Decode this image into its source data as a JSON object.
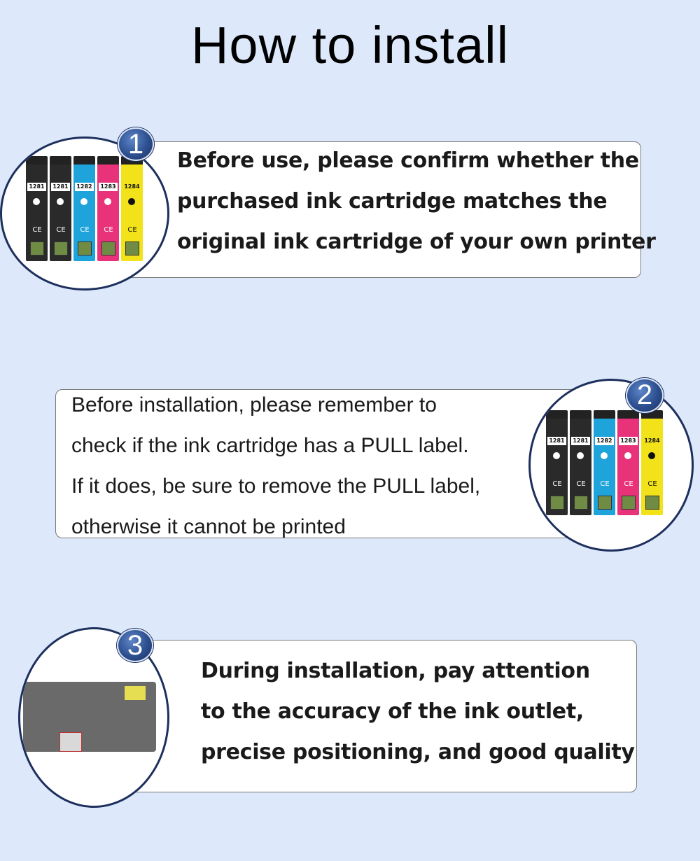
{
  "title": "How to install",
  "steps": [
    {
      "number": "1",
      "lines": [
        "Before use, please confirm whether the",
        "purchased ink cartridge matches the",
        "original ink cartridge of your own printer"
      ]
    },
    {
      "number": "2",
      "lines": [
        "Before installation, please remember to",
        " check if the ink cartridge has a PULL label.",
        " If it does, be sure to remove the PULL label,",
        " otherwise it cannot be printed"
      ]
    },
    {
      "number": "3",
      "lines": [
        "During installation, pay attention",
        "to the accuracy of the ink outlet,",
        "precise positioning, and good quality"
      ]
    }
  ],
  "cartridges": [
    {
      "code": "1281",
      "color": "#2a2a2a",
      "label": "Black"
    },
    {
      "code": "1281",
      "color": "#2a2a2a",
      "label": "Black"
    },
    {
      "code": "1282",
      "color": "#1ea3da",
      "label": "Cyan"
    },
    {
      "code": "1283",
      "color": "#e8337a",
      "label": "Magenta"
    },
    {
      "code": "1284",
      "color": "#f2e21a",
      "label": "Yellow"
    }
  ],
  "colors": {
    "background": "#dde9fb",
    "badge": "#2d4f8f",
    "circle_border": "#1d2f5c"
  }
}
